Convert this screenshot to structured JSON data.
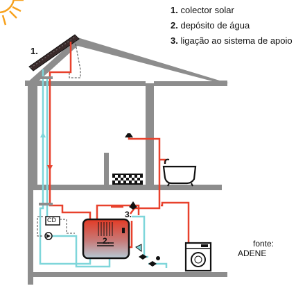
{
  "legend": {
    "items": [
      {
        "num": "1.",
        "text": "colector solar"
      },
      {
        "num": "2.",
        "text": "depósito de água"
      },
      {
        "num": "3.",
        "text": "ligação ao sistema de apoio"
      }
    ]
  },
  "labels": {
    "collector": "1.",
    "tank": "2.",
    "backup": "3.",
    "controller": "CD"
  },
  "source": {
    "line1": "fonte:",
    "line2": "ADENE"
  },
  "colors": {
    "hot_pipe": "#e8412c",
    "cold_pipe": "#7ed6da",
    "wall": "#8d8d8d",
    "tank_top": "#e33a25",
    "tank_bottom": "#b7c9d4",
    "sun": "#f7a21e"
  }
}
